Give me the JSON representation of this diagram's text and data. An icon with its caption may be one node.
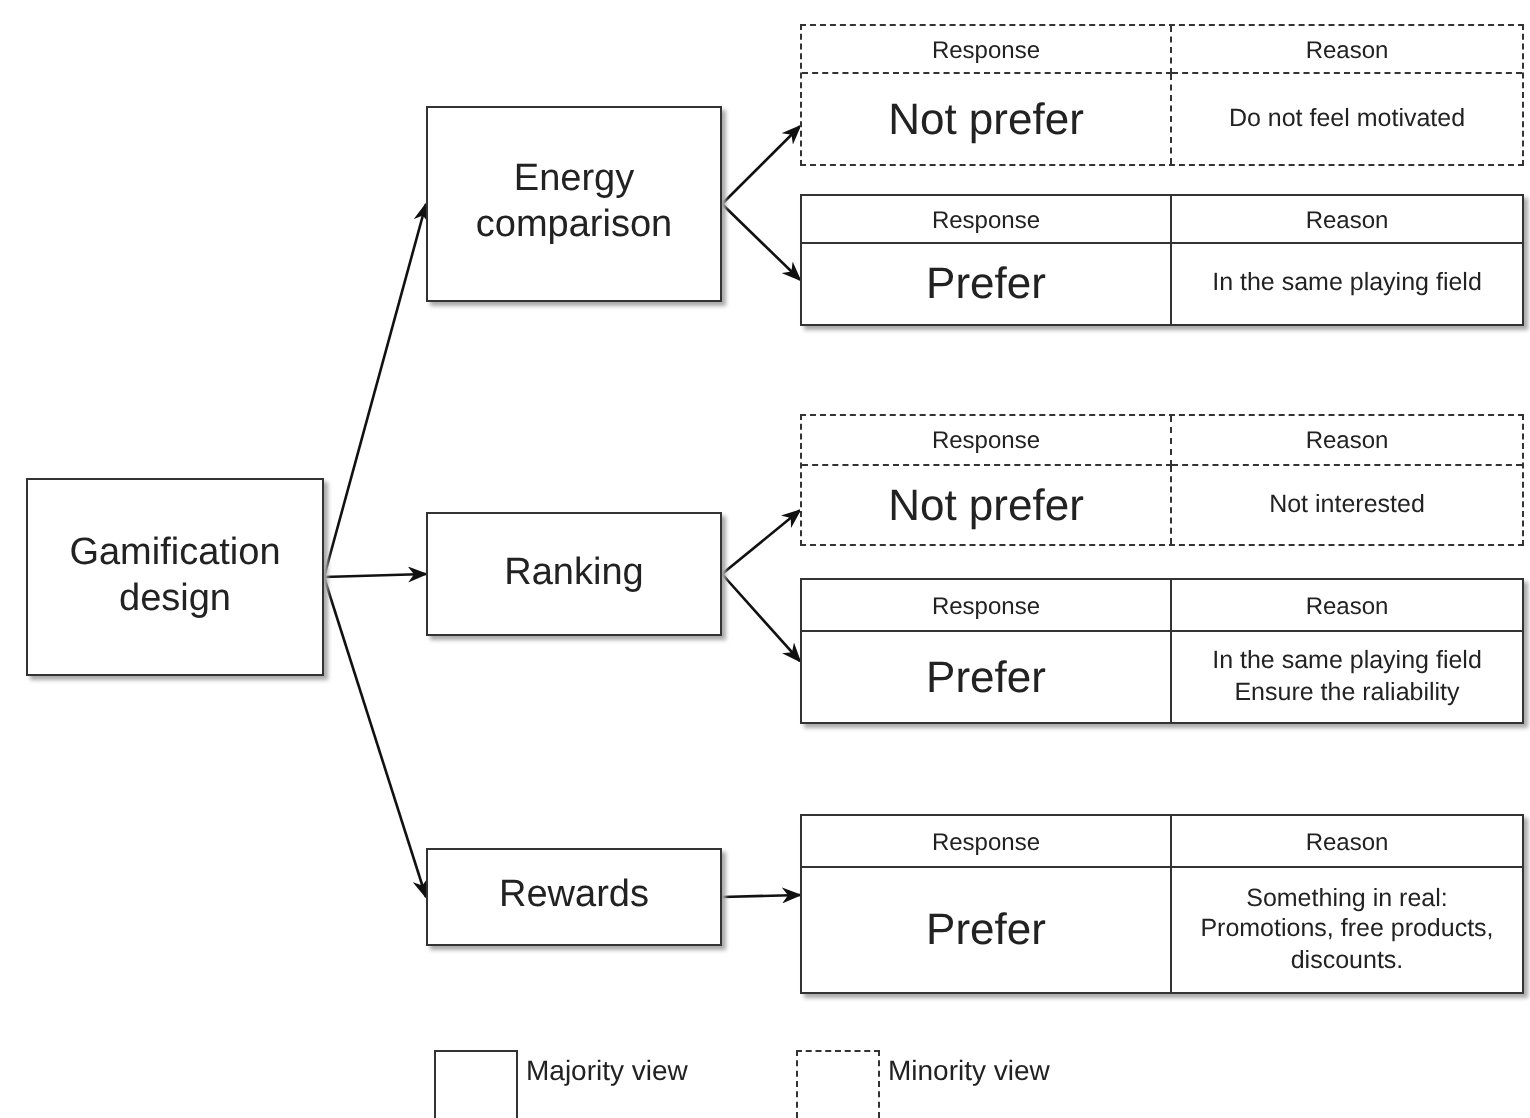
{
  "diagram": {
    "nodes": [
      {
        "text": [
          "Gamification design"
        ]
      },
      {
        "text": [
          "Energy comparison"
        ]
      },
      {
        "text": [
          "Ranking"
        ]
      },
      {
        "text": [
          "Rewards"
        ]
      },
      {
        "text": [
          "Response",
          "Reason",
          "Not prefer",
          "Do not feel motivated"
        ]
      },
      {
        "text": [
          "Response",
          "Reason",
          "Prefer",
          "In the same playing field"
        ]
      },
      {
        "text": [
          "Response",
          "Reason",
          "Not prefer",
          "Not interested"
        ]
      },
      {
        "text": [
          "Response",
          "Reason",
          "Prefer",
          "In the same playing field Ensure the raliability"
        ]
      },
      {
        "text": [
          "Response",
          "Reason",
          "Prefer",
          "Something in real: Promotions, free products, discounts."
        ]
      }
    ],
    "edges": [
      {
        "from": 0,
        "to": 1,
        "arrow": "to"
      },
      {
        "from": 0,
        "to": 2,
        "arrow": "to"
      },
      {
        "from": 0,
        "to": 3,
        "arrow": "to"
      },
      {
        "from": 1,
        "to": 4,
        "arrow": "to"
      },
      {
        "from": 1,
        "to": 5,
        "arrow": "to"
      },
      {
        "from": 2,
        "to": 6,
        "arrow": "to"
      },
      {
        "from": 2,
        "to": 7,
        "arrow": "to"
      },
      {
        "from": 3,
        "to": 8,
        "arrow": "to"
      }
    ],
    "legend": [
      {
        "text": "Majority view"
      },
      {
        "text": "Minority view"
      }
    ]
  }
}
